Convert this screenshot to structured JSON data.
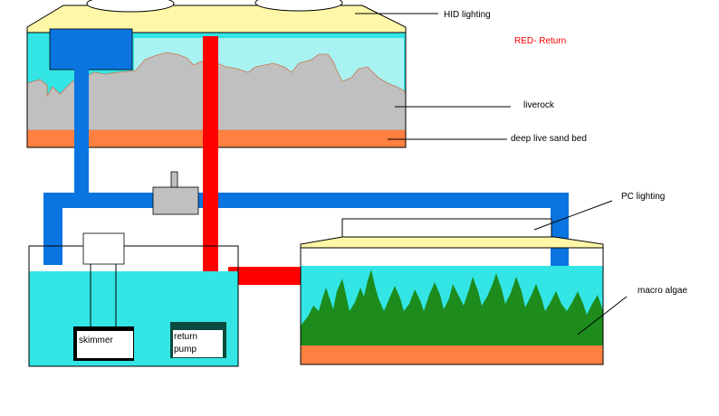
{
  "labels": {
    "hid_lighting": "HID lighting",
    "legend_return": "RED- Return",
    "liverock": "liverock",
    "sand_bed": "deep live sand bed",
    "pc_lighting": "PC lighting",
    "macro_algae": "macro algae",
    "skimmer": "skimmer",
    "return_pump_line1": "return",
    "return_pump_line2": "pump"
  },
  "colors": {
    "water": "#33e5e5",
    "water_light": "#a8f2f2",
    "rock": "#c0c0c0",
    "sand": "#ff8040",
    "light_hood": "#fff7a8",
    "drain_pipe": "#0a74e0",
    "return_pipe": "#ff0000",
    "algae": "#1d8c1d",
    "pump_body": "#0b4a3e",
    "legend_text": "#ff0000"
  }
}
